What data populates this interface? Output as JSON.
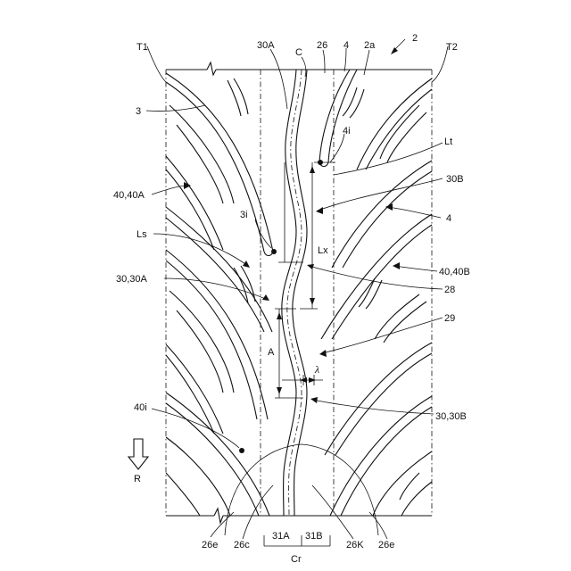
{
  "figure": {
    "ref_numeral": "2",
    "labels": {
      "T1": "T1",
      "T2": "T2",
      "30A_top": "30A",
      "C": "C",
      "26": "26",
      "4_top": "4",
      "2a": "2a",
      "3": "3",
      "4i": "4i",
      "Lt": "Lt",
      "40_40A": "40,40A",
      "30B": "30B",
      "3i": "3i",
      "4_right": "4",
      "Ls": "Ls",
      "Lx": "Lx",
      "40_40B": "40,40B",
      "30_30A": "30,30A",
      "28": "28",
      "29": "29",
      "A": "A",
      "lambda": "λ",
      "40i": "40i",
      "30_30B": "30,30B",
      "R": "R",
      "26e_left": "26e",
      "26c": "26c",
      "31A": "31A",
      "31B": "31B",
      "26K": "26K",
      "26e_right": "26e",
      "Cr": "Cr"
    }
  }
}
